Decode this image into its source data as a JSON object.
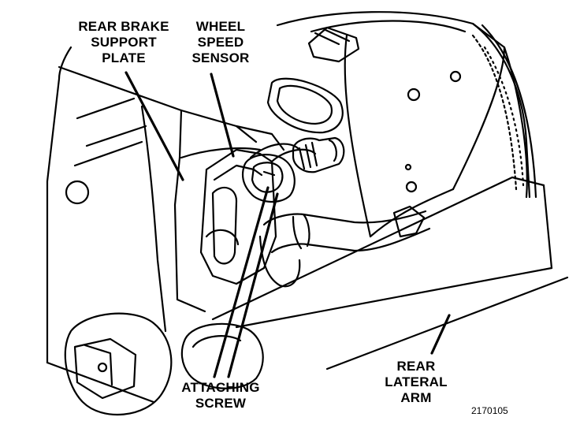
{
  "labels": {
    "rear_brake_support_plate": [
      "REAR BRAKE",
      "SUPPORT",
      "PLATE"
    ],
    "wheel_speed_sensor": [
      "WHEEL",
      "SPEED",
      "SENSOR"
    ],
    "attaching_screw": [
      "ATTACHING",
      "SCREW"
    ],
    "rear_lateral_arm": [
      "REAR",
      "LATERAL",
      "ARM"
    ]
  },
  "figure_number": "2170105",
  "colors": {
    "ink": "#000000",
    "paper": "#ffffff"
  }
}
